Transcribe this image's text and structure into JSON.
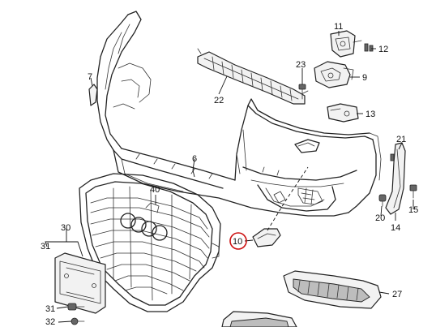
{
  "diagram": {
    "callouts": {
      "c6": "6",
      "c7": "7",
      "c9": "9",
      "c10": "10",
      "c11": "11",
      "c12": "12",
      "c13": "13",
      "c14": "14",
      "c15": "15",
      "c20": "20",
      "c21": "21",
      "c22": "22",
      "c23": "23",
      "c27": "27",
      "c30": "30",
      "c31": "31",
      "c32": "32",
      "c40": "40"
    },
    "highlighted_callout": "10",
    "highlight_color": "#cc1010"
  }
}
